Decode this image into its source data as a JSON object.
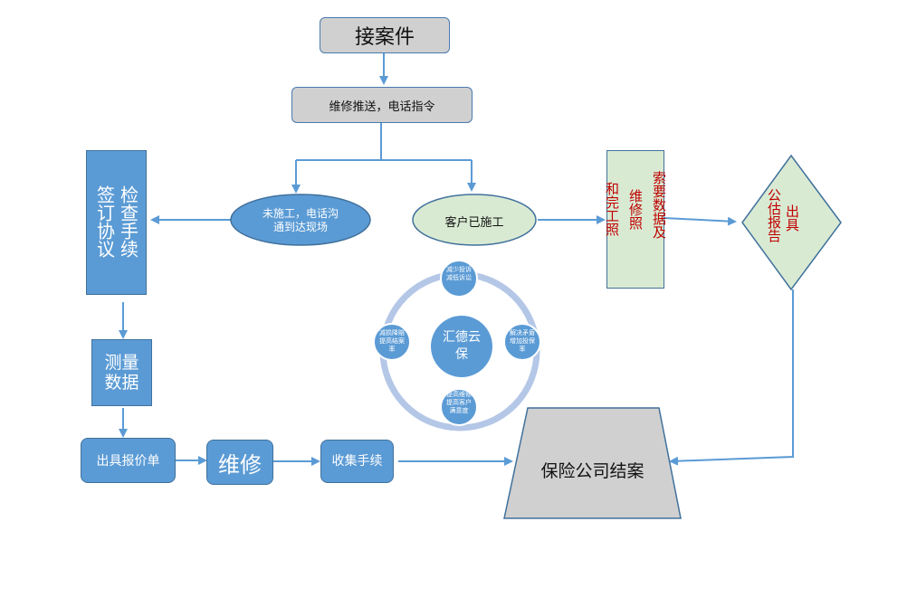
{
  "nodes": {
    "receive_case": "接案件",
    "push_maintenance": "维修推送，电话指令",
    "not_started": "未施工，电话沟通到达现场",
    "customer_started": "客户已施工",
    "inspect_procedure": "检查手续",
    "sign_agreement": "签订协议",
    "measure_data": "测量数据",
    "quote": "出具报价单",
    "repair": "维修",
    "collect_procedure": "收集手续",
    "request_photos_a": "索要数据及",
    "request_photos_b": "维修照",
    "request_photos_c": "和完工照",
    "estimate_report_a": "出具",
    "estimate_report_b": "公估报告",
    "insurance_close": "保险公司结案"
  },
  "cycle": {
    "center": "汇德云保",
    "items": [
      "减少投诉减低诉讼",
      "解决矛盾增加投保率",
      "提高维修提高客户满意度",
      "减损降赔提高结案率"
    ]
  },
  "colors": {
    "arrow": "#5b9bd5",
    "blue": "#5b9bd5",
    "gray": "#d0d0d0",
    "green": "#d9ead3",
    "red_text": "#c00000"
  }
}
